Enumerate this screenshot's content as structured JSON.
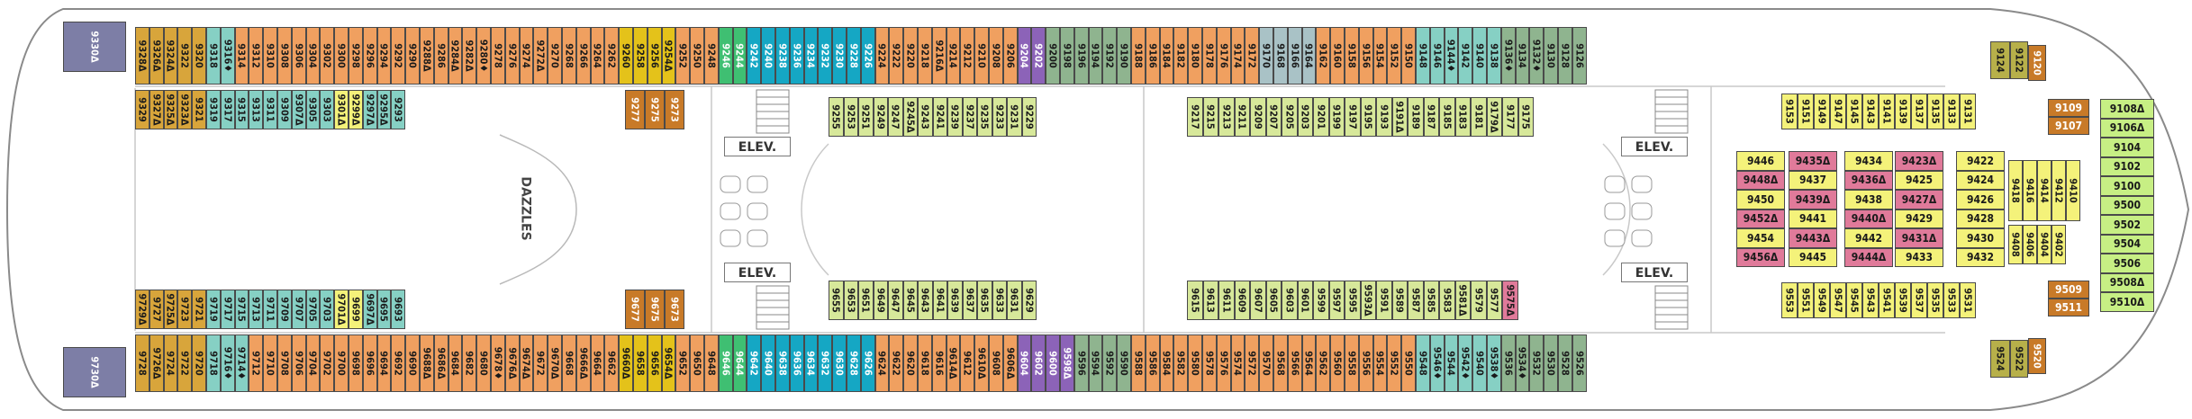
{
  "colors": {
    "orange": "#f0a060",
    "yellow": "#f4f27a",
    "lime": "#d7e89a",
    "teal": "#86d0c4",
    "green": "#3fbf72",
    "cyan": "#15a7c4",
    "gold": "#d8a53b",
    "gray": "#a9c2c6",
    "sage": "#8fb48f",
    "pink": "#e07a9a",
    "purple": "#8c63b8",
    "brown": "#c87a28",
    "darkyellow": "#e4c21a",
    "slate": "#7d7ea6",
    "olive": "#b7b04a",
    "mint": "#c7ef84",
    "khaki": "#e0da6a"
  },
  "labels": {
    "elevator": "ELEV.",
    "venue": "DAZZLES"
  },
  "rows": {
    "top_outer": [
      "9328Δ",
      "9326Δ",
      "9324Δ",
      "9322",
      "9320",
      "9318",
      "9316♦",
      "9314",
      "9312",
      "9310",
      "9308",
      "9306",
      "9304",
      "9302",
      "9300",
      "9298",
      "9296",
      "9294",
      "9292",
      "9290",
      "9288Δ",
      "9286",
      "9284Δ",
      "9282Δ",
      "9280♦",
      "9278",
      "9276",
      "9274",
      "9272Δ",
      "9270",
      "9268",
      "9266",
      "9264",
      "9262",
      "9260",
      "9258",
      "9256",
      "9254Δ",
      "9252",
      "9250",
      "9248",
      "9246",
      "9244",
      "9242",
      "9240",
      "9238",
      "9236",
      "9234",
      "9232",
      "9230",
      "9228",
      "9226",
      "9224",
      "9222",
      "9220",
      "9218",
      "9216Δ",
      "9214",
      "9212",
      "9210",
      "9208",
      "9206",
      "9204",
      "9202",
      "9200",
      "9198",
      "9196",
      "9194",
      "9192",
      "9190",
      "9188",
      "9186",
      "9184",
      "9182",
      "9180",
      "9178",
      "9176",
      "9174",
      "9172",
      "9170",
      "9168",
      "9166",
      "9164",
      "9162",
      "9160",
      "9158",
      "9156",
      "9154",
      "9152",
      "9150",
      "9148",
      "9146",
      "9144♦",
      "9142",
      "9140",
      "9138",
      "9136♦",
      "9134",
      "9132♦",
      "9130",
      "9128",
      "9126"
    ],
    "top_inner_left": [
      "9329",
      "9327Δ",
      "9325Δ",
      "9323Δ",
      "9321",
      "9319",
      "9317",
      "9315",
      "9313",
      "9311",
      "9309",
      "9307Δ",
      "9305",
      "9303",
      "9301Δ",
      "9299Δ",
      "9297Δ",
      "9295Δ",
      "9293"
    ],
    "top_inner_mid": [
      "9277",
      "9275",
      "9273"
    ],
    "top_inner_center": [
      "9255",
      "9253",
      "9251",
      "9249",
      "9247",
      "9245Δ",
      "9243",
      "9241",
      "9239",
      "9237",
      "9235",
      "9233",
      "9231",
      "9229"
    ],
    "top_inner_aft": [
      "9217",
      "9215",
      "9213",
      "9211",
      "9209",
      "9207",
      "9205",
      "9203",
      "9201",
      "9199",
      "9197",
      "9195",
      "9193",
      "9191Δ",
      "9189",
      "9187",
      "9185",
      "9183",
      "9181",
      "9179Δ",
      "9177",
      "9175"
    ],
    "top_inner_fwd": [
      "9153",
      "9151",
      "9149",
      "9147",
      "9145",
      "9143",
      "9141",
      "9139",
      "9137",
      "9135",
      "9133",
      "9131"
    ],
    "bot_inner_left": [
      "9729Δ",
      "9727",
      "9725Δ",
      "9723",
      "9721",
      "9719",
      "9717",
      "9715",
      "9713",
      "9711",
      "9709",
      "9707",
      "9705",
      "9703",
      "9701Δ",
      "9699",
      "9697Δ",
      "9695",
      "9693"
    ],
    "bot_inner_mid": [
      "9677",
      "9675",
      "9673"
    ],
    "bot_inner_center": [
      "9655",
      "9653",
      "9651",
      "9649",
      "9647",
      "9645",
      "9643",
      "9641",
      "9639",
      "9637",
      "9635",
      "9633",
      "9631",
      "9629"
    ],
    "bot_inner_aft": [
      "9615",
      "9613",
      "9611",
      "9609",
      "9607",
      "9605",
      "9603",
      "9601",
      "9599",
      "9597",
      "9595",
      "9593Δ",
      "9591",
      "9589",
      "9587",
      "9585",
      "9583",
      "9581Δ",
      "9579",
      "9577",
      "9575Δ"
    ],
    "bot_inner_fwd": [
      "9553",
      "9551",
      "9549",
      "9547",
      "9545",
      "9543",
      "9541",
      "9539",
      "9537",
      "9535",
      "9533",
      "9531"
    ],
    "bot_outer": [
      "9728",
      "9726Δ",
      "9724",
      "9722",
      "9720",
      "9718",
      "9716♦",
      "9714♦",
      "9712",
      "9710",
      "9708",
      "9706",
      "9704",
      "9702",
      "9700",
      "9698",
      "9696",
      "9694",
      "9692",
      "9690",
      "9688Δ",
      "9686Δ",
      "9684",
      "9682",
      "9680",
      "9678♦",
      "9676Δ",
      "9674Δ",
      "9672",
      "9670Δ",
      "9668",
      "9666Δ",
      "9664",
      "9662",
      "9660Δ",
      "9658",
      "9656",
      "9654Δ",
      "9652",
      "9650",
      "9648",
      "9646",
      "9644",
      "9642",
      "9640",
      "9638",
      "9636",
      "9634",
      "9632",
      "9630",
      "9628",
      "9626",
      "9624",
      "9622",
      "9620",
      "9618",
      "9616",
      "9614Δ",
      "9612",
      "9610Δ",
      "9608",
      "9606Δ",
      "9604",
      "9602",
      "9600",
      "9598Δ",
      "9596",
      "9594",
      "9592",
      "9590",
      "9588",
      "9586",
      "9584",
      "9582",
      "9580",
      "9578",
      "9576",
      "9574",
      "9572",
      "9570",
      "9568",
      "9566",
      "9564",
      "9562",
      "9560",
      "9558",
      "9556",
      "9554",
      "9552",
      "9550",
      "9548",
      "9546♦",
      "9544",
      "9542♦",
      "9540",
      "9538♦",
      "9536",
      "9534♦",
      "9532",
      "9530",
      "9528",
      "9526"
    ]
  },
  "special": {
    "aft_suite_top": "9330Δ",
    "aft_suite_bottom": "9730Δ",
    "fwd_top_a": "9124",
    "fwd_top_b": "9122",
    "fwd_top_c": "9120",
    "fwd_bot_a": "9524",
    "fwd_bot_b": "9522",
    "fwd_bot_c": "9520",
    "fwd_top_small": [
      "9109",
      "9107"
    ],
    "fwd_bot_small": [
      "9509",
      "9511"
    ],
    "bow": [
      "9108Δ",
      "9106Δ",
      "9104",
      "9102",
      "9100",
      "9500",
      "9502",
      "9504",
      "9506",
      "9508Δ",
      "9510Δ"
    ],
    "fwd_inner_cols": [
      "9418",
      "9416",
      "9414",
      "9412",
      "9410"
    ],
    "fwd_inner_cols2": [
      "9408",
      "9406",
      "9404",
      "9402"
    ]
  },
  "blocks": {
    "fwd_grid_a": [
      "9446",
      "9448Δ",
      "9450",
      "9452Δ",
      "9454",
      "9456Δ"
    ],
    "fwd_grid_b": [
      "9435Δ",
      "9437",
      "9439Δ",
      "9441",
      "9443Δ",
      "9445"
    ],
    "fwd_grid_c": [
      "9434",
      "9436Δ",
      "9438",
      "9440Δ",
      "9442",
      "9444Δ"
    ],
    "fwd_grid_d": [
      "9423Δ",
      "9425",
      "9427Δ",
      "9429",
      "9431Δ",
      "9433"
    ],
    "fwd_grid_e": [
      "9422",
      "9424",
      "9426",
      "9428",
      "9430",
      "9432"
    ]
  }
}
